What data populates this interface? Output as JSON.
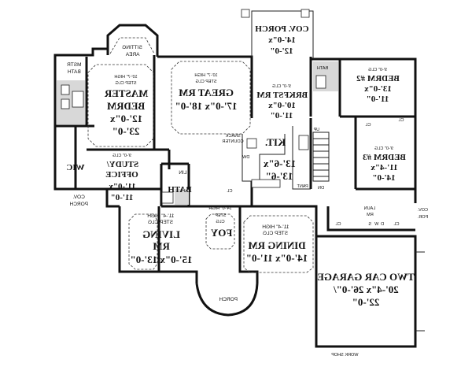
{
  "rooms": {
    "cov_porch_top": {
      "line1": "COV. PORCH",
      "line2": "14'-0\"x",
      "line3": "12'-0\""
    },
    "sitting_area": {
      "line1": "SITTING",
      "line2": "AREA"
    },
    "mstr_bath": {
      "line1": "MSTR",
      "line2": "BATH"
    },
    "master": {
      "ceil1": "10'-7\" HIGH",
      "ceil2": "STEP CLG",
      "line1": "MASTER",
      "line2": "BEDRM",
      "dim1": "12'-0\"x",
      "dim2": "23'-0\""
    },
    "great": {
      "ceil1": "10'-7\" HIGH",
      "ceil2": "STEP CLG",
      "line1": "GREAT RM",
      "dim1": "17'-0\"x 18'-0\""
    },
    "brkfst": {
      "ceil": "9'-0\" CLG",
      "line1": "BRKFST RM",
      "dim1": "10'-0\"x",
      "dim2": "11'-0\""
    },
    "bedrm2": {
      "ceil": "9'-0\" CLG",
      "line1": "BEDRM #2",
      "dim1": "13'-0\"x",
      "dim2": "11'-0\""
    },
    "bedrm3": {
      "ceil": "9'-0\" CLG",
      "line1": "BEDRM #3",
      "dim1": "11'-4\"x",
      "dim2": "14'-0\""
    },
    "kit": {
      "line1": "KIT.",
      "dim1": "13'-6\"x",
      "dim2": "13'-6\""
    },
    "wic": {
      "line1": "WIC"
    },
    "study": {
      "ceil": "9'-0\" CLG",
      "line1": "STUDY/",
      "line2": "OFFICE",
      "dim1": "11'-0\"x",
      "dim2": "11'-0\""
    },
    "bath": {
      "line1": "BATH"
    },
    "linen": {
      "line1": "LIN"
    },
    "cov_porch_left": {
      "line1": "COV.",
      "line2": "PORCH"
    },
    "living": {
      "ceil": "11'-4\" HIGH",
      "ceil2": "STEP CLG",
      "line1": "LIVING",
      "line2": "RM",
      "dim1": "15'-0\"x 13'-0\""
    },
    "foyer": {
      "ceil": "14'-0\" HIGH",
      "ceil2": "STEP",
      "ceil3": "CLG",
      "line1": "FOY"
    },
    "dining": {
      "ceil": "11'-4\" HIGH",
      "ceil2": "STEP CLG",
      "line1": "DINING RM",
      "dim1": "14'-0\"x 11'-0\""
    },
    "porch": {
      "line1": "PORCH"
    },
    "garage": {
      "line1": "TWO CAR GARAGE",
      "dim1": "20'-4\"x 26'-0\"/",
      "dim2": "22'-0\""
    },
    "work_shop": {
      "line1": "WORK SHOP"
    },
    "laun": {
      "line1": "LAUN",
      "line2": "RM"
    },
    "cov_por_right": {
      "line1": "COV.",
      "line2": "POR."
    },
    "snack": {
      "line1": "SNACK",
      "line2": "COUNTER"
    }
  },
  "small_labels": {
    "bath_top": "BATH",
    "cl_a": "CL",
    "cl_b": "CL",
    "cl_c": "CL",
    "cl_d": "CL",
    "cl_e": "CL",
    "dw": "DW",
    "dn": "DN",
    "up": "UP",
    "pant": "PANT",
    "sw": "S",
    "w": "W",
    "d": "D"
  },
  "colors": {
    "ink": "#111111",
    "paper": "#ffffff",
    "shade": "#d8d8d8"
  }
}
